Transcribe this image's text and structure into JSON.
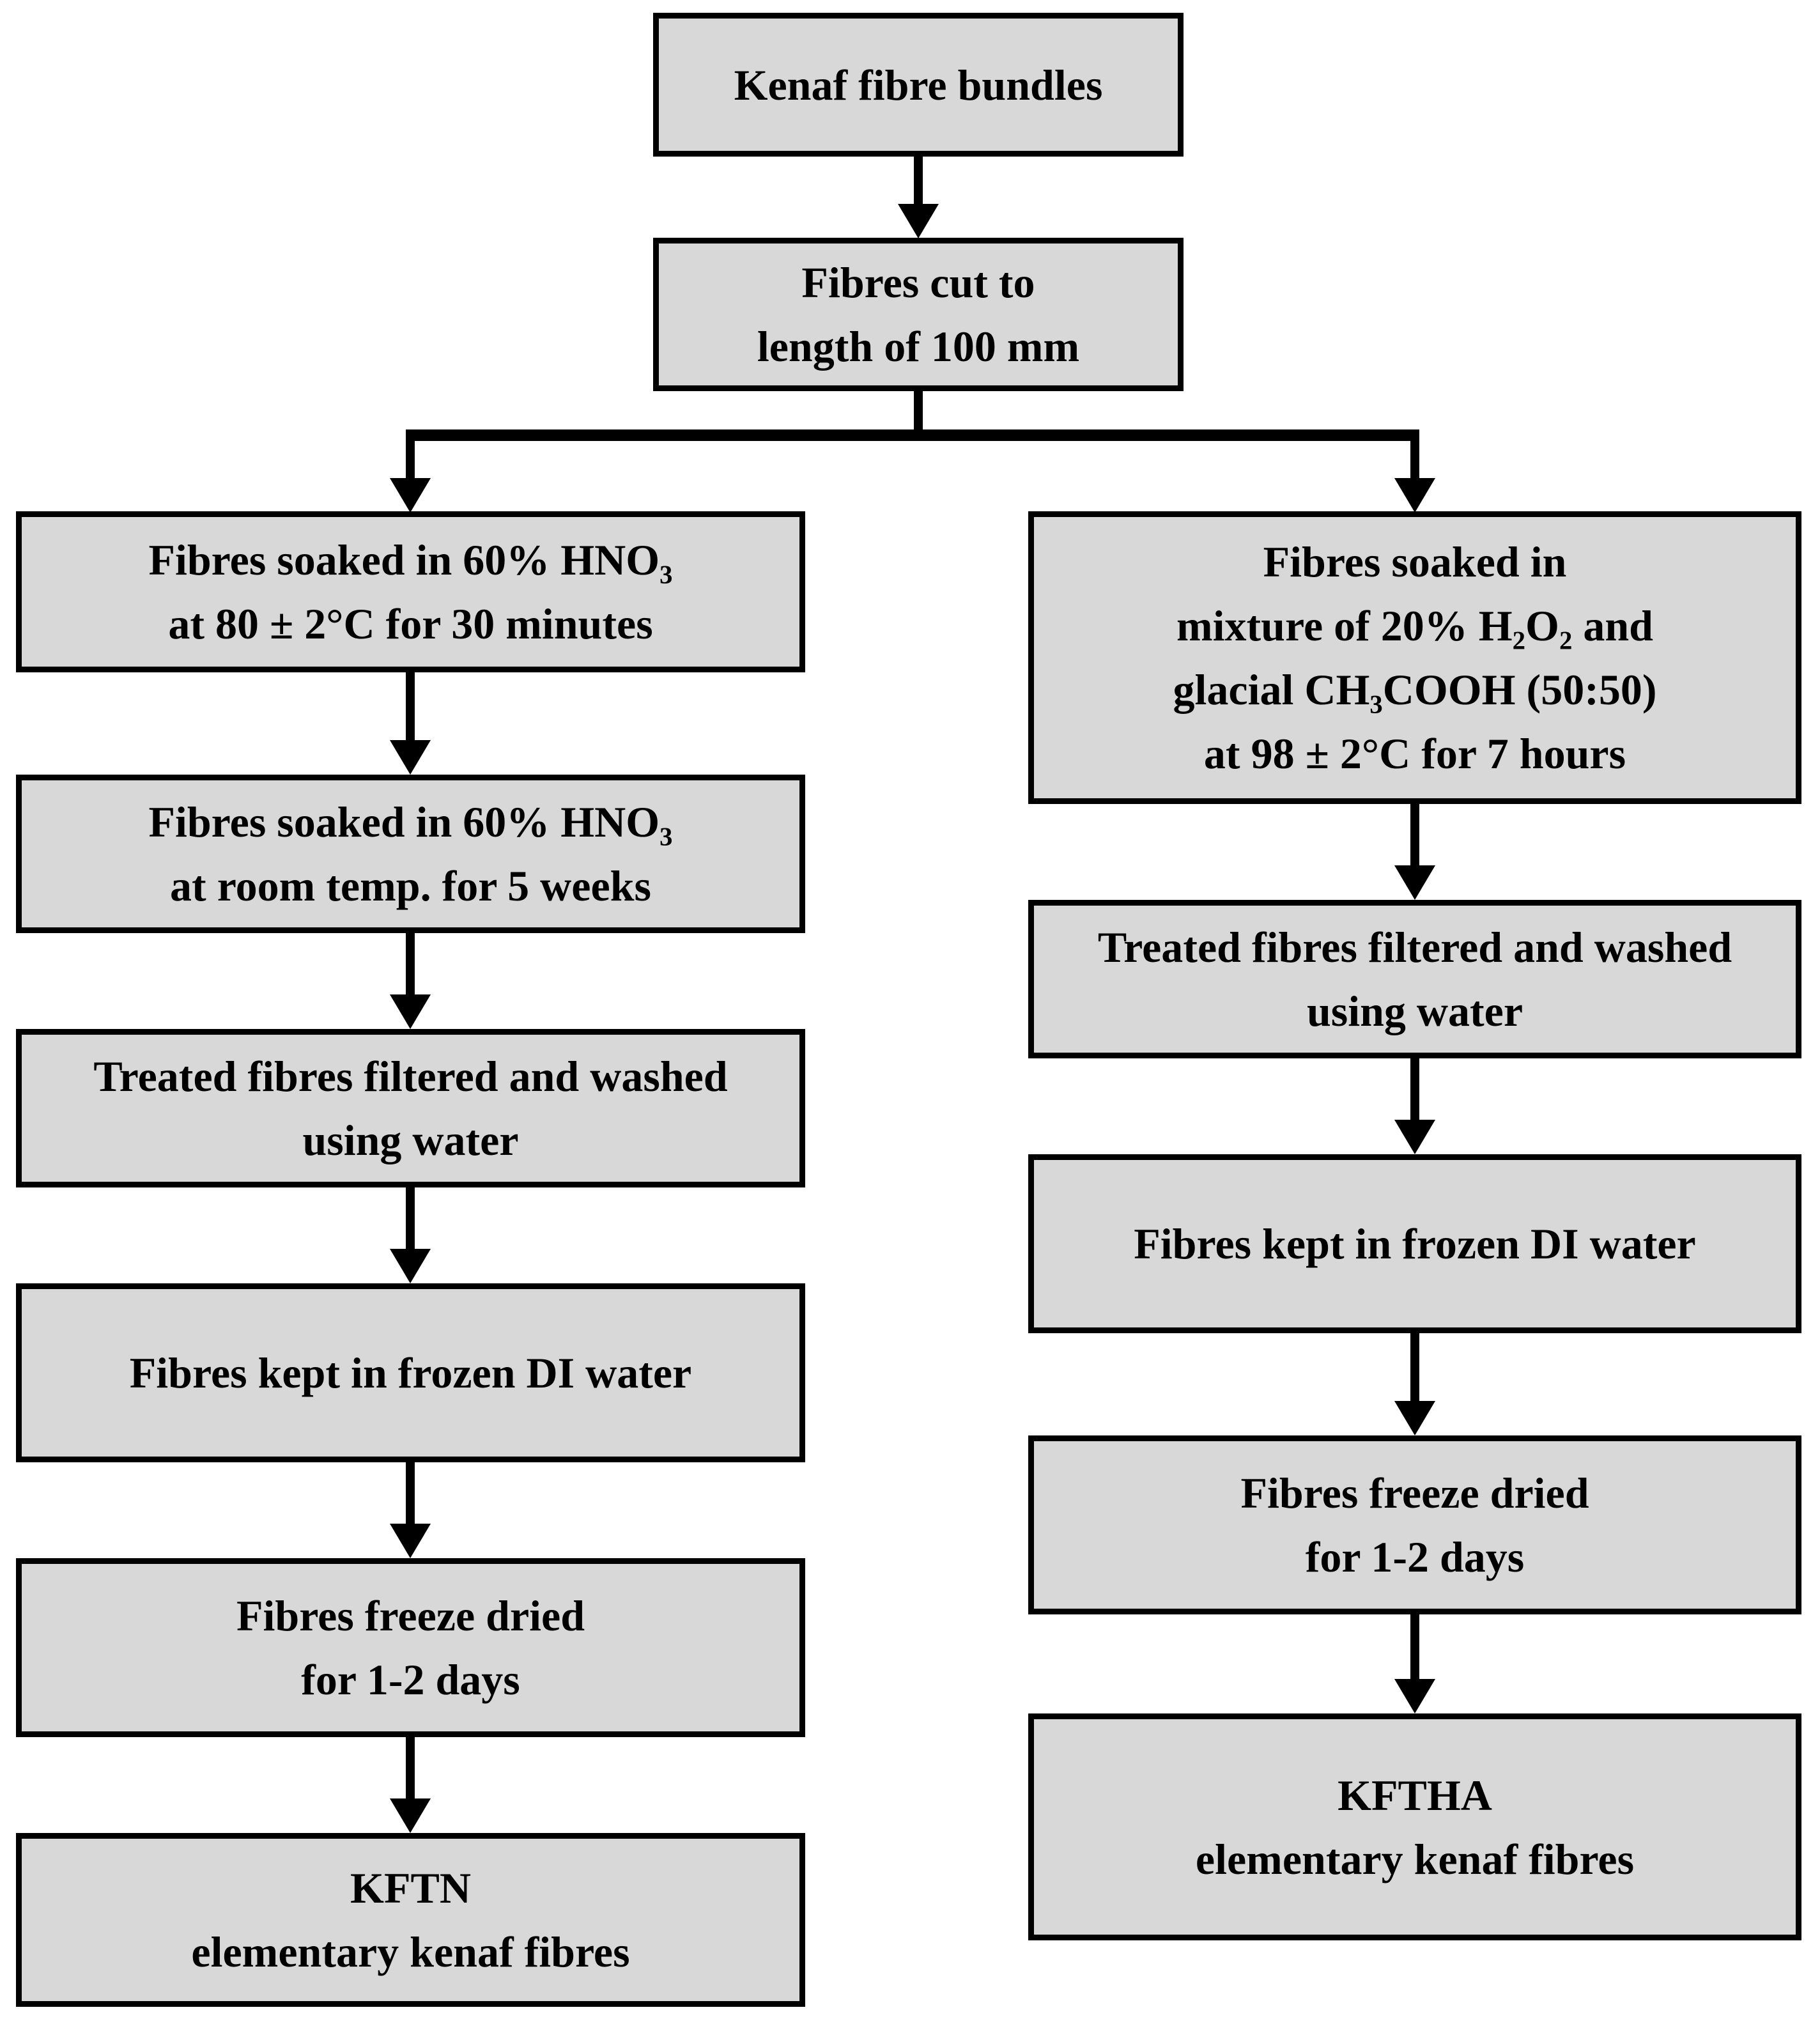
{
  "colors": {
    "box_fill": "#d8d8d8",
    "box_border": "#000000",
    "arrow": "#000000",
    "page_bg": "#ffffff",
    "text": "#000000"
  },
  "nodes": {
    "top1": {
      "lines": [
        "Kenaf fibre bundles"
      ]
    },
    "top2": {
      "lines": [
        "Fibres cut to",
        "length of 100 mm"
      ]
    },
    "l1": {
      "lines": [
        "Fibres soaked in 60% HNO₃",
        "at 80 ± 2°C for 30 minutes"
      ]
    },
    "l2": {
      "lines": [
        "Fibres soaked in 60% HNO₃",
        "at room temp. for 5 weeks"
      ]
    },
    "l3": {
      "lines": [
        "Treated fibres filtered and washed",
        "using water"
      ]
    },
    "l4": {
      "lines": [
        "Fibres kept in frozen DI water"
      ]
    },
    "l5": {
      "lines": [
        "Fibres freeze dried",
        "for 1-2 days"
      ]
    },
    "l6": {
      "lines": [
        "KFTN",
        "elementary kenaf fibres"
      ]
    },
    "r1": {
      "lines": [
        "Fibres soaked in",
        "mixture of 20% H₂O₂ and",
        "glacial CH₃COOH (50:50)",
        "at 98 ± 2°C for 7 hours"
      ]
    },
    "r2": {
      "lines": [
        "Treated fibres filtered and washed",
        "using water"
      ]
    },
    "r3": {
      "lines": [
        "Fibres kept in frozen DI water"
      ]
    },
    "r4": {
      "lines": [
        "Fibres freeze dried",
        "for 1-2 days"
      ]
    },
    "r5": {
      "lines": [
        "KFTHA",
        "elementary kenaf fibres"
      ]
    }
  },
  "edges": [
    [
      "top1",
      "top2"
    ],
    [
      "top2",
      "l1"
    ],
    [
      "top2",
      "r1"
    ],
    [
      "l1",
      "l2"
    ],
    [
      "l2",
      "l3"
    ],
    [
      "l3",
      "l4"
    ],
    [
      "l4",
      "l5"
    ],
    [
      "l5",
      "l6"
    ],
    [
      "r1",
      "r2"
    ],
    [
      "r2",
      "r3"
    ],
    [
      "r3",
      "r4"
    ],
    [
      "r4",
      "r5"
    ]
  ]
}
